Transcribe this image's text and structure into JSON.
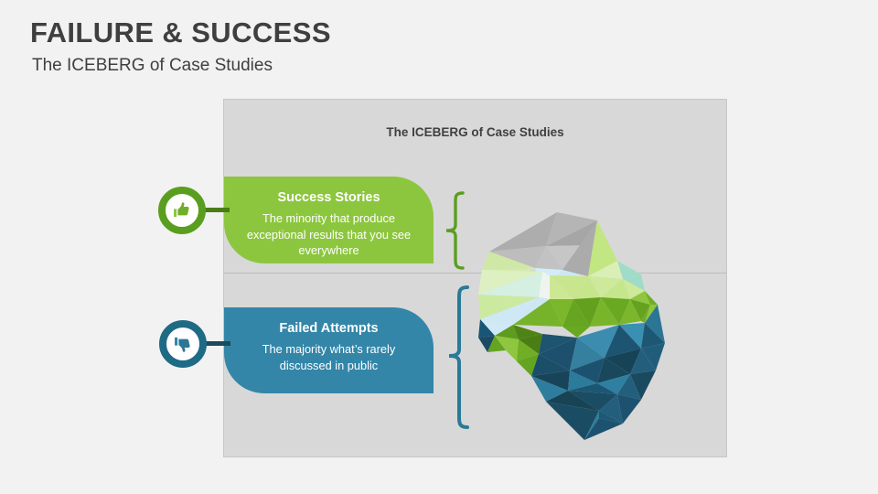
{
  "slide": {
    "title": "FAILURE & SUCCESS",
    "subtitle": "The ICEBERG of Case Studies",
    "background_color": "#f2f2f2"
  },
  "panel": {
    "title": "The ICEBERG of Case Studies",
    "background_color": "#d8d8d8",
    "border_color": "#c6c6c6",
    "divider_color": "#bdbdbd"
  },
  "callouts": [
    {
      "id": "success",
      "heading": "Success Stories",
      "body": "The minority that produce exceptional results that you see everywhere",
      "color": "#8cc63e",
      "icon": "thumbs-up-icon",
      "badge_ring_color": "#5a9e1f",
      "connector_color": "#4a7c18",
      "brace_color": "#5a9e1f"
    },
    {
      "id": "failed",
      "heading": "Failed Attempts",
      "body": "The majority what’s rarely discussed in public",
      "color": "#3386a8",
      "icon": "thumbs-down-icon",
      "badge_ring_color": "#1f6a85",
      "connector_color": "#1b4a5c",
      "brace_color": "#2a7a96"
    }
  ],
  "graphic": {
    "name": "iceberg-illustration",
    "above_water_colors": [
      "#a8a8a8",
      "#bdbdbd",
      "#c9c9c9",
      "#c6e79a",
      "#d3ecae",
      "#cfe8f2",
      "#dff0f6",
      "#a3dcc9",
      "#8cc63e",
      "#5f9e1e",
      "#7ab828"
    ],
    "below_water_colors": [
      "#1d506a",
      "#17445c",
      "#2f7fa3",
      "#3f92b4",
      "#256b8c"
    ]
  }
}
